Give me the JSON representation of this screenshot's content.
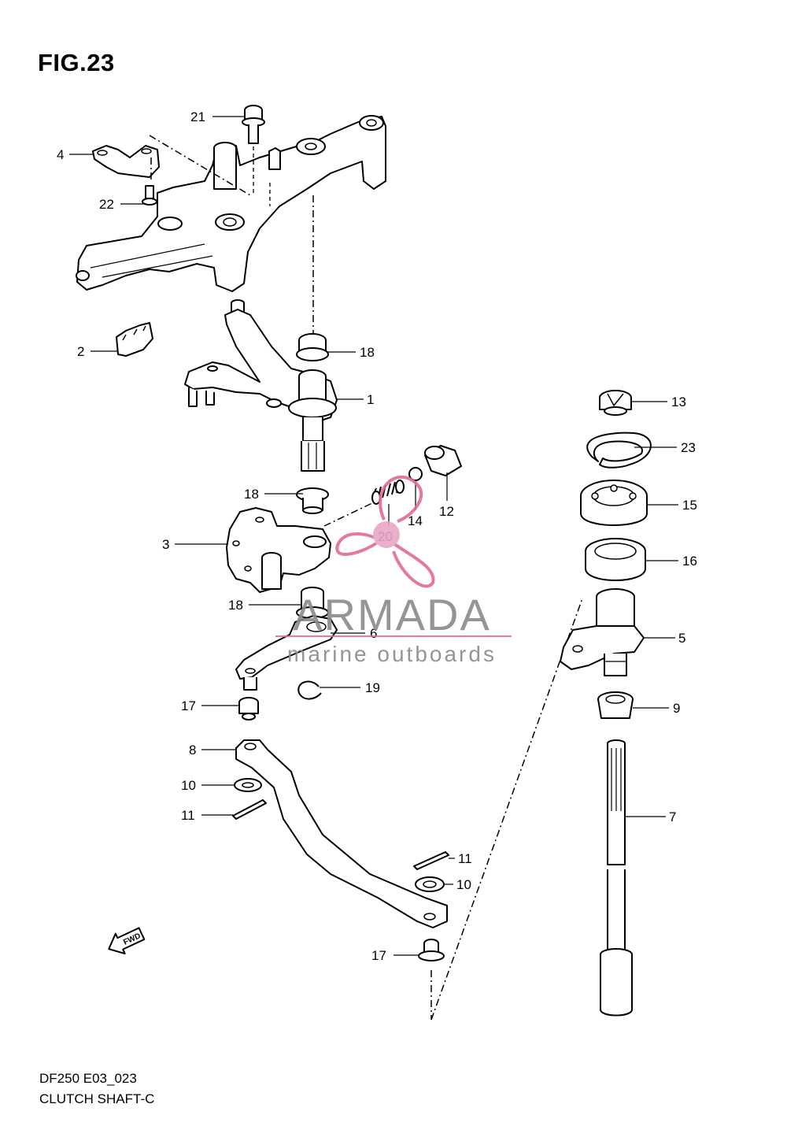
{
  "figure": {
    "title": "FIG.23",
    "code": "DF250 E03_023",
    "name": "CLUTCH SHAFT-C"
  },
  "callouts": {
    "c1": "1",
    "c2": "2",
    "c3": "3",
    "c4": "4",
    "c5": "5",
    "c6": "6",
    "c7": "7",
    "c8": "8",
    "c9": "9",
    "c10a": "10",
    "c10b": "10",
    "c11a": "11",
    "c11b": "11",
    "c12": "12",
    "c13": "13",
    "c14": "14",
    "c15": "15",
    "c16": "16",
    "c17a": "17",
    "c17b": "17",
    "c18a": "18",
    "c18b": "18",
    "c18c": "18",
    "c19": "19",
    "c20": "20",
    "c21": "21",
    "c22": "22",
    "c23": "23"
  },
  "direction_arrow": {
    "label": "FWD"
  },
  "watermark": {
    "brand": "ARMADA",
    "tagline": "marine outboards",
    "color": "#e06a9a"
  }
}
